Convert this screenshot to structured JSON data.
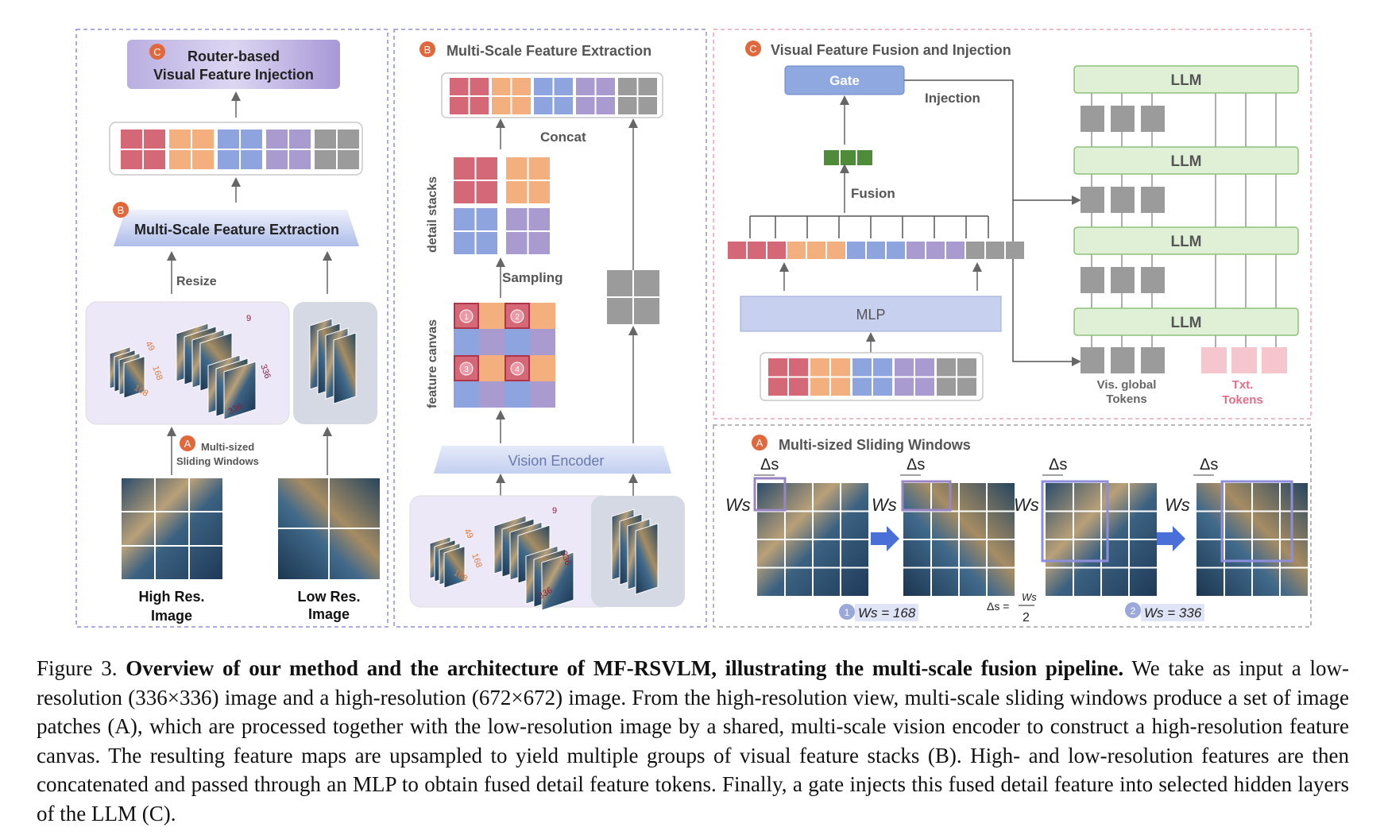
{
  "colors": {
    "red": "#d56876",
    "orange": "#f3b07e",
    "blue": "#8ea4de",
    "purple": "#a99ad0",
    "gray": "#9b9b9b",
    "green": "#4e8c3a",
    "llm_fill": "#dff0d6",
    "llm_border": "#8fc07a",
    "gate": "#90a8e0",
    "mlp": "#c8d0f0",
    "badge": "#e0683c",
    "token_pink": "#f6c6cf",
    "dash_blue": "#8e8edc",
    "dash_pink": "#eea4b6",
    "dash_gray": "#a0a0a0"
  },
  "panel_left": {
    "router_badge": "C",
    "router_title_1": "Router-based",
    "router_title_2": "Visual Feature Injection",
    "msfe_badge": "B",
    "msfe_title": "Multi-Scale Feature Extraction",
    "resize_label": "Resize",
    "sliding_badge": "A",
    "sliding_label_1": "Multi-sized",
    "sliding_label_2": "Sliding Windows",
    "num_9": "9",
    "num_49": "49",
    "num_168a": "168",
    "num_168b": "168",
    "num_336a": "336",
    "num_336b": "336",
    "high_res_1": "High Res.",
    "high_res_2": "Image",
    "low_res_1": "Low Res.",
    "low_res_2": "Image"
  },
  "panel_mid": {
    "badge": "B",
    "title": "Multi-Scale Feature Extraction",
    "concat_label": "Concat",
    "detail_stacks_label": "detail stacks",
    "sampling_label": "Sampling",
    "feature_canvas_label": "feature canvas",
    "canvas_marks": [
      "1",
      "2",
      "3",
      "4"
    ],
    "vision_encoder_label": "Vision Encoder",
    "num_9": "9",
    "num_49": "49",
    "num_168a": "168",
    "num_168b": "168",
    "num_336a": "336",
    "num_336b": "336"
  },
  "panel_top_right": {
    "badge": "C",
    "title": "Visual Feature Fusion and Injection",
    "gate_label": "Gate",
    "injection_label": "Injection",
    "fusion_label": "Fusion",
    "mlp_label": "MLP",
    "llm_labels": [
      "LLM",
      "LLM",
      "LLM",
      "LLM"
    ],
    "vis_tokens_1": "Vis. global",
    "vis_tokens_2": "Tokens",
    "txt_tokens_1": "Txt.",
    "txt_tokens_2": "Tokens"
  },
  "panel_bottom_right": {
    "badge": "A",
    "title": "Multi-sized Sliding Windows",
    "delta_s": "Δs",
    "w_s": "Ws",
    "badge_1": "1",
    "eq_1": "Ws = 168",
    "delta_eq_lhs": "Δs =",
    "delta_eq_num": "Ws",
    "delta_eq_den": "2",
    "badge_2": "2",
    "eq_2": "Ws = 336"
  },
  "caption": {
    "figure_label": "Figure 3.",
    "bold_title": "Overview of our method and the architecture of MF-RSVLM, illustrating the multi-scale fusion pipeline.",
    "body": "We take as input a low-resolution (336×336) image and a high-resolution (672×672) image. From the high-resolution view, multi-scale sliding windows produce a set of image patches (A), which are processed together with the low-resolution image by a shared, multi-scale vision encoder to construct a high-resolution feature canvas. The resulting feature maps are upsampled to yield multiple groups of visual feature stacks (B). High- and low-resolution features are then concatenated and passed through an MLP to obtain fused detail feature tokens. Finally, a gate injects this fused detail feature into selected hidden layers of the LLM (C)."
  }
}
